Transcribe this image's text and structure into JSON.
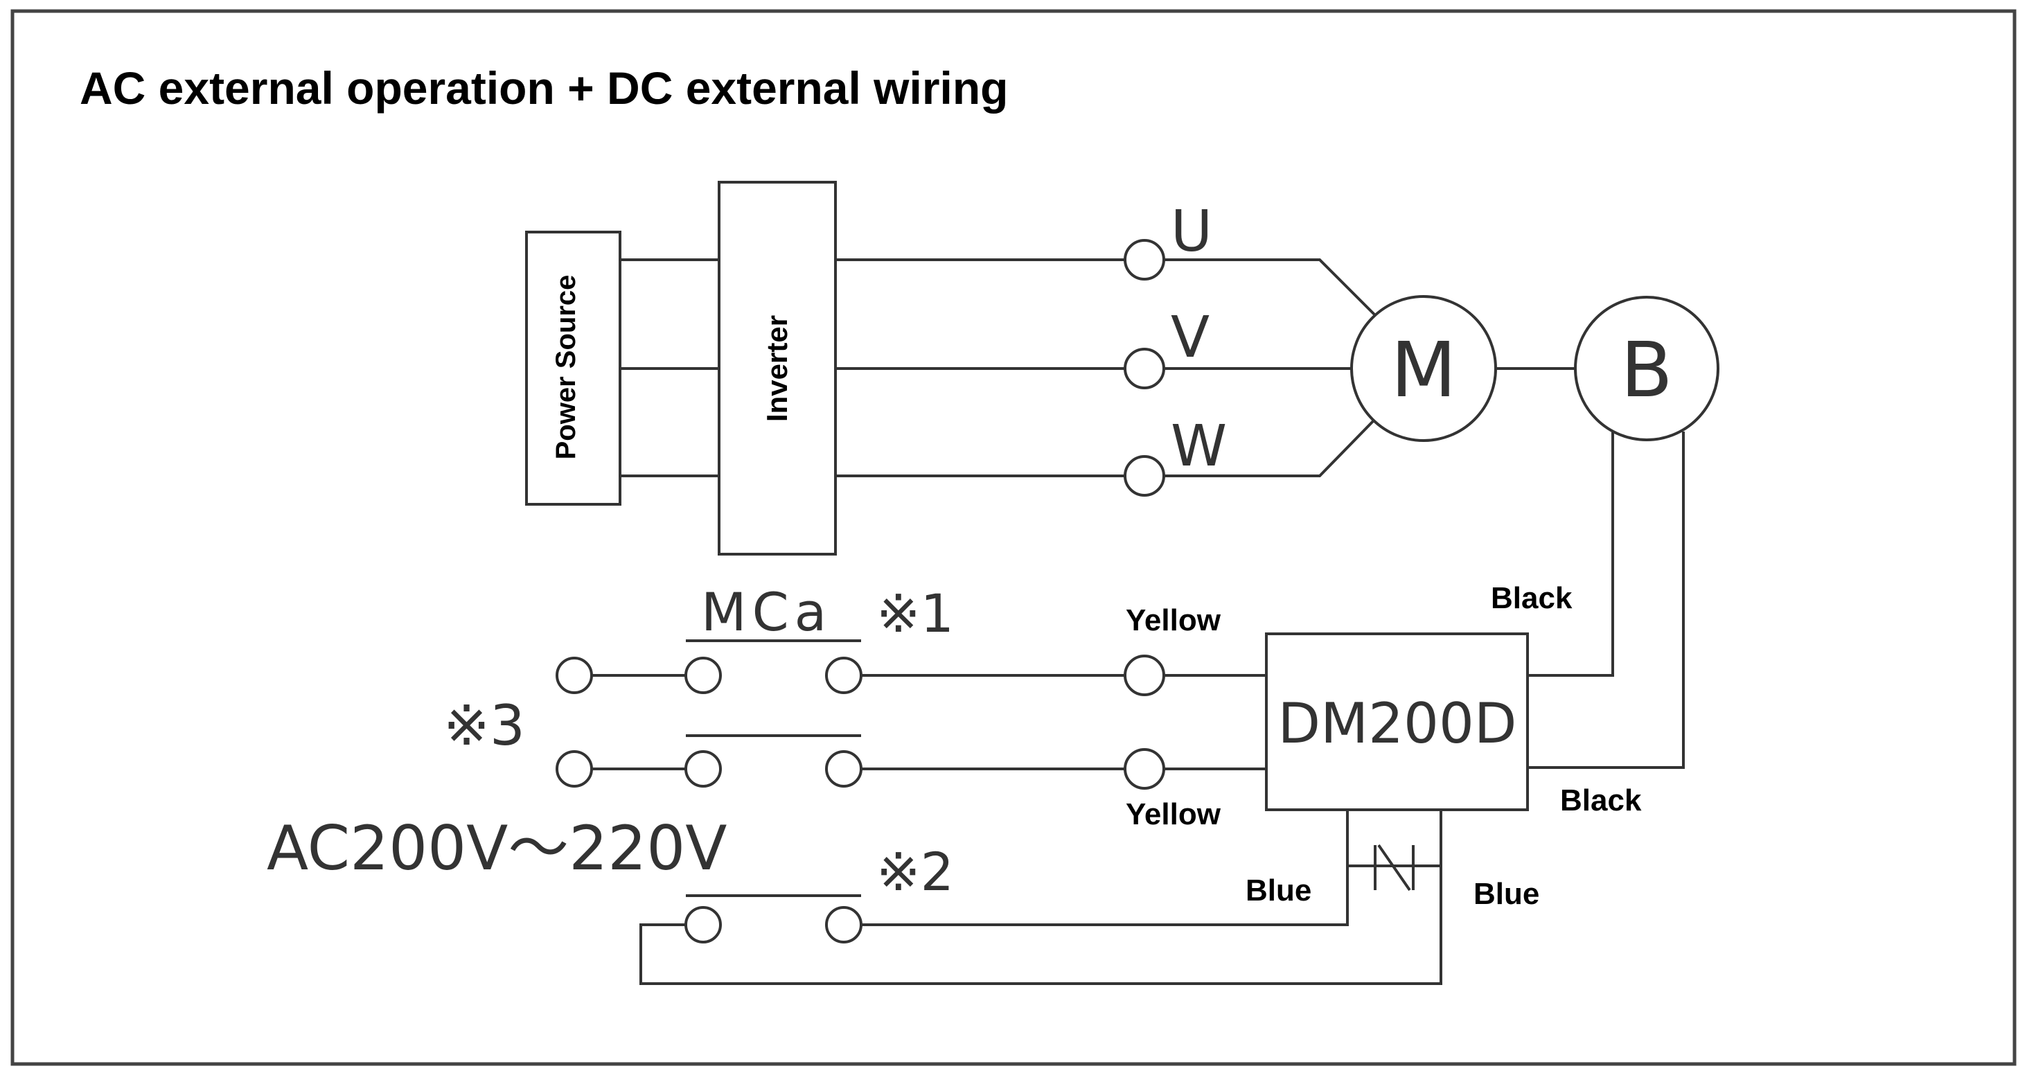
{
  "title": "AC external operation + DC external wiring",
  "blocks": {
    "power_source": "Power Source",
    "inverter": "Inverter",
    "controller": "DM200D"
  },
  "machines": {
    "motor": "M",
    "brake": "B"
  },
  "phases": {
    "u": "U",
    "v": "V",
    "w": "W"
  },
  "contacts": {
    "mca": "MCa",
    "note1": "※1",
    "note2": "※2",
    "note3": "※3"
  },
  "supply": "AC200V～220V",
  "wires": {
    "yellow_top": "Yellow",
    "yellow_bottom": "Yellow",
    "black_top": "Black",
    "black_bottom": "Black",
    "blue_left": "Blue",
    "blue_right": "Blue"
  },
  "colors": {
    "line": "#333333",
    "text": "#000000"
  }
}
